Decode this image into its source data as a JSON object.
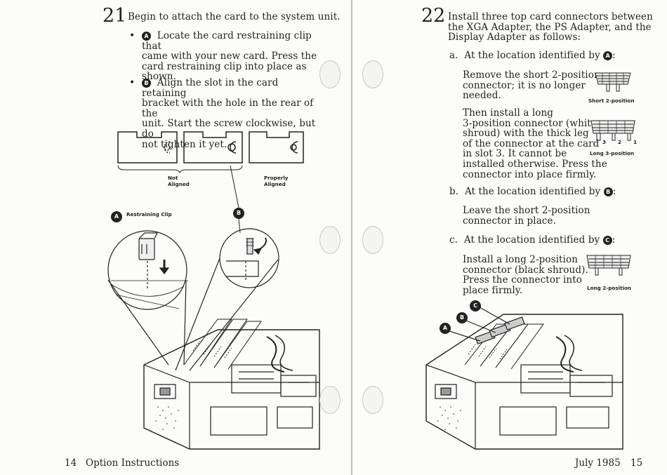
{
  "left": {
    "step_number": "21",
    "step_title": "Begin to attach the card to the system unit.",
    "bullet_a": {
      "marker": "A",
      "lines": [
        "Locate the card restraining clip that",
        "came with your new card.  Press the",
        "card restraining clip into place as",
        "shown."
      ]
    },
    "bullet_b": {
      "marker": "B",
      "lines": [
        "Align the slot in the card retaining",
        "bracket with the hole in the rear of the",
        "unit.  Start the screw clockwise, but do",
        "not tighten it yet."
      ]
    },
    "figure": {
      "not_aligned": [
        "Not",
        "Aligned"
      ],
      "properly_aligned": [
        "Properly",
        "Aligned"
      ],
      "restraining_clip": "Restraining Clip",
      "callout_a": "A",
      "callout_b": "B"
    },
    "footer": "14   Option Instructions"
  },
  "right": {
    "step_number": "22",
    "intro_lines": [
      "Install three top card connectors between",
      "the XGA Adapter, the PS Adapter, and the",
      "Display Adapter as follows:"
    ],
    "item_a": {
      "letter": "a.",
      "heading": "At the location identified by",
      "marker": "A",
      "para1": [
        "Remove the short 2-position",
        "connector; it is no longer",
        "needed."
      ],
      "para2": [
        "Then install a long",
        "3-position connector (white",
        "shroud) with the thick leg",
        "of the connector at the card",
        "in slot 3.  It cannot be",
        "installed otherwise.  Press the",
        "connector into place firmly."
      ],
      "fig1_caption": "Short 2-position",
      "fig2_caption": "Long 3-position",
      "fig2_slots": [
        "3",
        "2",
        "1"
      ]
    },
    "item_b": {
      "letter": "b.",
      "heading": "At the location identified by",
      "marker": "B",
      "para": [
        "Leave the short 2-position",
        "connector in place."
      ]
    },
    "item_c": {
      "letter": "c.",
      "heading": "At the location identified by",
      "marker": "C",
      "para": [
        "Install a long 2-position",
        "connector (black shroud).",
        "Press the connector into",
        "place firmly."
      ],
      "fig_caption": "Long 2-position"
    },
    "figure": {
      "callout_a": "A",
      "callout_b": "B",
      "callout_c": "C"
    },
    "footer_date": "July 1985",
    "footer_page": "15"
  }
}
